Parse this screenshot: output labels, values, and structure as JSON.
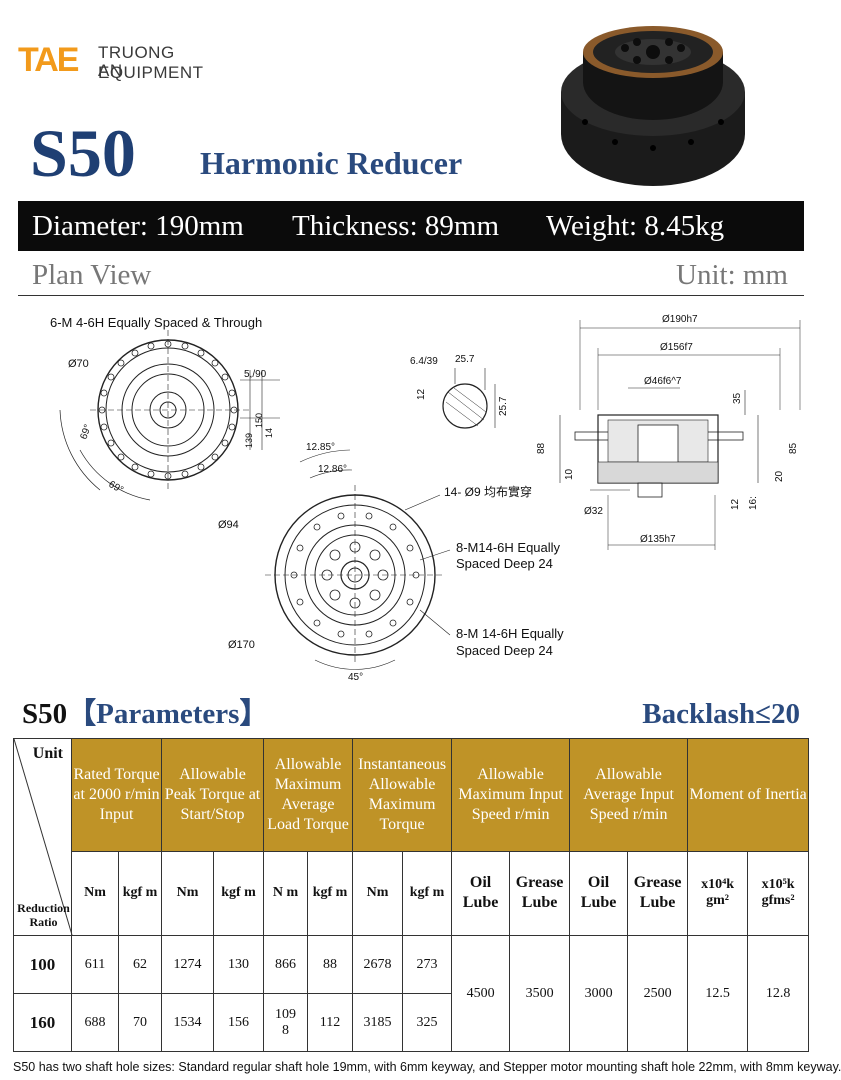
{
  "header": {
    "logo_mark": "TAE",
    "logo_line1": "TRUONG AN",
    "logo_line2": "EQUIPMENT",
    "model": "S50",
    "subtitle": "Harmonic Reducer"
  },
  "specs": {
    "diameter": "Diameter: 190mm",
    "thickness": "Thickness: 89mm",
    "weight": "Weight: 8.45kg"
  },
  "plan": {
    "title": "Plan View",
    "unit": "Unit: mm"
  },
  "drawing": {
    "front_note": "6-M 4-6H Equally Spaced & Through",
    "front_d70": "Ø70",
    "front_h1": "5,/90",
    "front_v1": "139",
    "front_v2": "150",
    "front_v3": "14",
    "front_ang1": "69°",
    "front_ang2": "69°",
    "key_a": "6.4/39",
    "key_b": "25.7",
    "key_c": "12",
    "key_d": "25.7",
    "back_ang1": "12.85°",
    "back_ang2": "12.86°",
    "back_holes": "14- Ø9 均布實穿",
    "back_d94": "Ø94",
    "back_note1a": "8-M14-6H Equally",
    "back_note1b": "Spaced  Deep 24",
    "back_d170": "Ø170",
    "back_note2a": "8-M 14-6H Equally",
    "back_note2b": "Spaced Deep 24",
    "back_ang3": "45°",
    "sec_d190": "Ø190h7",
    "sec_d156": "Ø156f7",
    "sec_d46": "Ø46f6^7",
    "sec_35": "35",
    "sec_88": "88",
    "sec_85": "85",
    "sec_10": "10",
    "sec_20": "20",
    "sec_d32": "Ø32",
    "sec_12": "12",
    "sec_16": "16:",
    "sec_d135": "Ø135h7"
  },
  "params": {
    "title_model": "S50",
    "title_label": "【Parameters】",
    "backlash": "Backlash≤20",
    "unit_label": "Unit",
    "ratio_label": "Reduction Ratio",
    "headers": [
      "Rated Torque at 2000 r/min Input",
      "Allowable Peak Torque at Start/Stop",
      "Allowable Maximum Average Load Torque",
      "Instantaneous Allowable Maximum Torque",
      "Allowable Maximum Input Speed r/min",
      "Allowable Average Input Speed r/min",
      "Moment of Inertia"
    ],
    "units": {
      "nm": "Nm",
      "kgfm": "kgf m",
      "n_m": "N m",
      "oil": "Oil Lube",
      "grease": "Grease Lube",
      "inertia1": "x10⁴k gm²",
      "inertia2": "x10⁵k gfms²"
    },
    "rows": [
      {
        "ratio": "100",
        "v": [
          "611",
          "62",
          "1274",
          "130",
          "866",
          "88",
          "2678",
          "273"
        ]
      },
      {
        "ratio": "160",
        "v": [
          "688",
          "70",
          "1534",
          "156",
          "109 8",
          "112",
          "3185",
          "325"
        ]
      }
    ],
    "merged": [
      "4500",
      "3500",
      "3000",
      "2500",
      "12.5",
      "12.8"
    ]
  },
  "footnote": "S50 has two shaft hole sizes: Standard regular shaft hole 19mm, with 6mm keyway, and Stepper motor mounting shaft hole 22mm, with 8mm keyway."
}
